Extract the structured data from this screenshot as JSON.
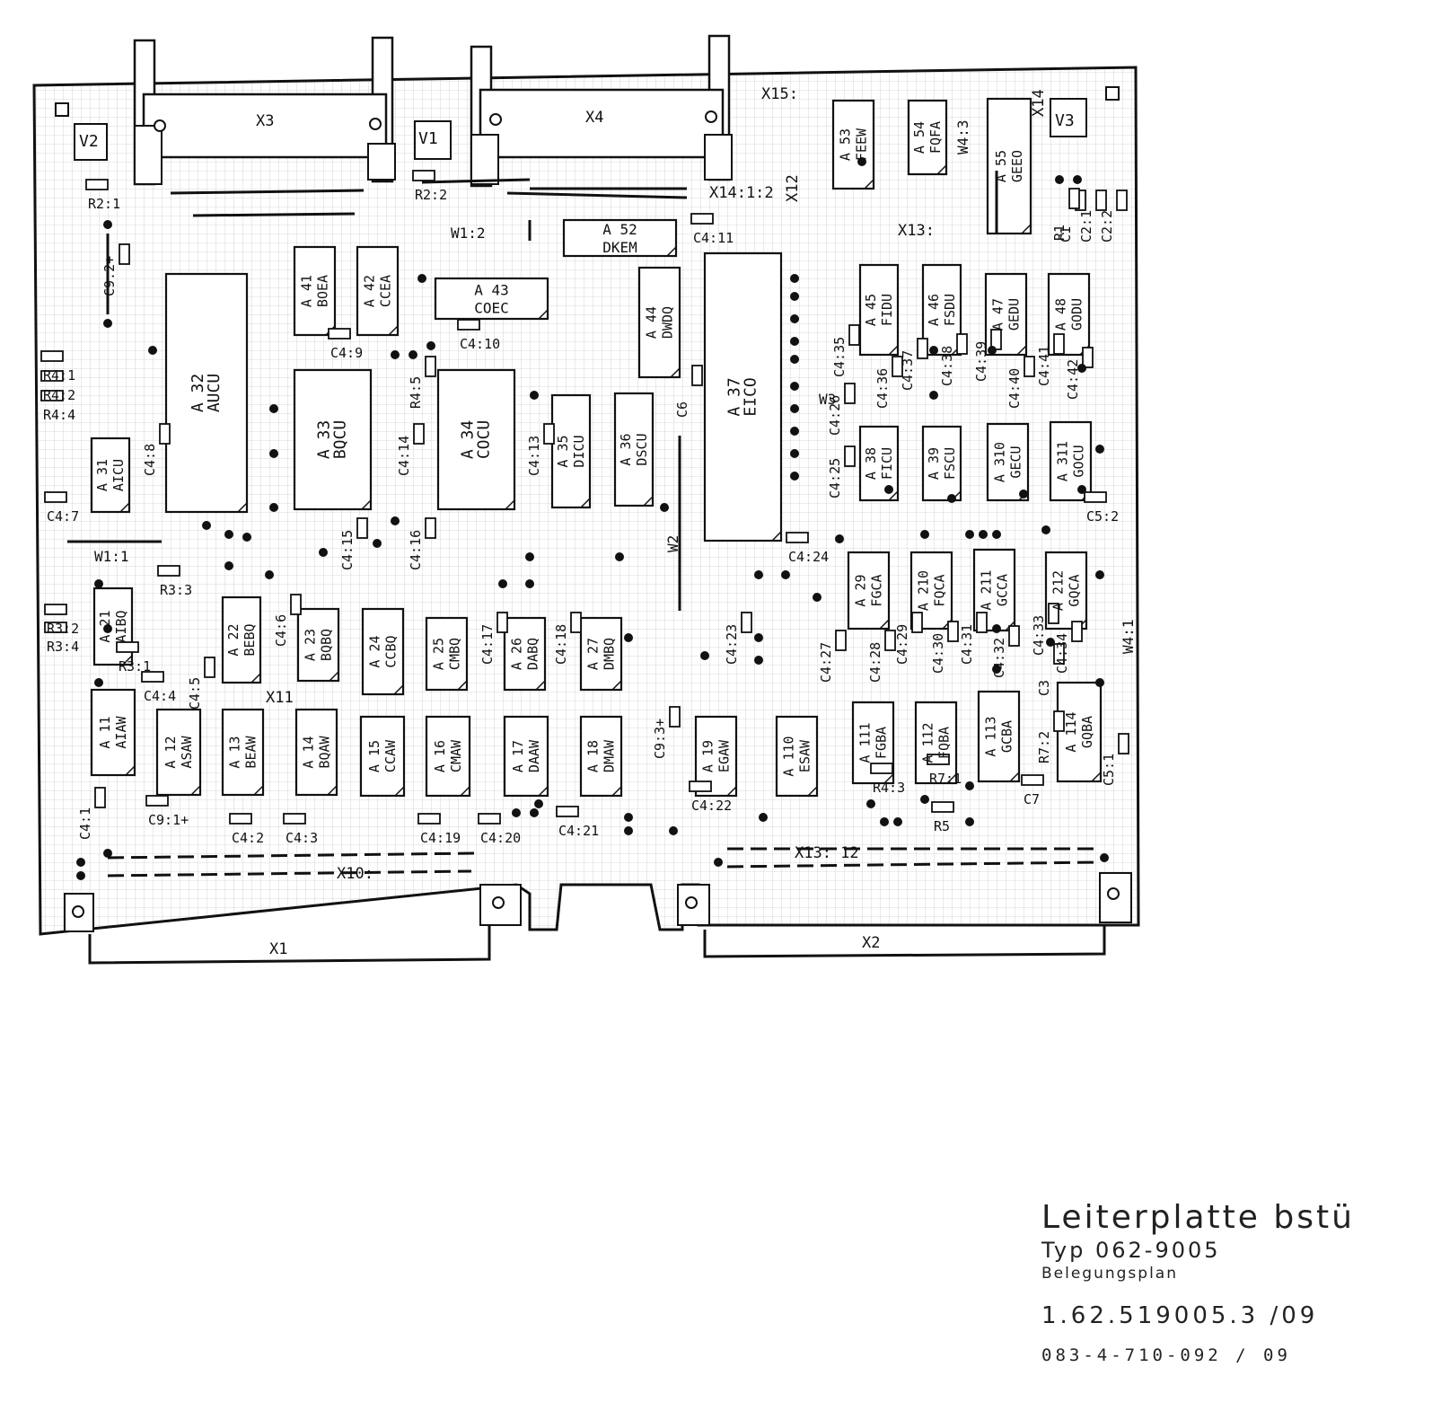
{
  "chips": [
    {
      "id": "A 11",
      "code": "AIAW"
    },
    {
      "id": "A 12",
      "code": "ASAW"
    },
    {
      "id": "A 13",
      "code": "BEAW"
    },
    {
      "id": "A 14",
      "code": "BQAW"
    },
    {
      "id": "A 15",
      "code": "CCAW"
    },
    {
      "id": "A 16",
      "code": "CMAW"
    },
    {
      "id": "A 17",
      "code": "DAAW"
    },
    {
      "id": "A 18",
      "code": "DMAW"
    },
    {
      "id": "A 19",
      "code": "EGAW"
    },
    {
      "id": "A 110",
      "code": "ESAW"
    },
    {
      "id": "A 111",
      "code": "FGBA"
    },
    {
      "id": "A 112",
      "code": "FQBA"
    },
    {
      "id": "A 113",
      "code": "GCBA"
    },
    {
      "id": "A 114",
      "code": "GQBA"
    },
    {
      "id": "A 21",
      "code": "AIBQ"
    },
    {
      "id": "A 22",
      "code": "BEBQ"
    },
    {
      "id": "A 23",
      "code": "BQBQ"
    },
    {
      "id": "A 24",
      "code": "CCBQ"
    },
    {
      "id": "A 25",
      "code": "CMBQ"
    },
    {
      "id": "A 26",
      "code": "DABQ"
    },
    {
      "id": "A 27",
      "code": "DMBQ"
    },
    {
      "id": "A 29",
      "code": "FGCA"
    },
    {
      "id": "A 210",
      "code": "FQCA"
    },
    {
      "id": "A 211",
      "code": "GCCA"
    },
    {
      "id": "A 212",
      "code": "GQCA"
    },
    {
      "id": "A 31",
      "code": "AICU"
    },
    {
      "id": "A 32",
      "code": "AUCU"
    },
    {
      "id": "A 33",
      "code": "BQCU"
    },
    {
      "id": "A 34",
      "code": "COCU"
    },
    {
      "id": "A 35",
      "code": "DICU"
    },
    {
      "id": "A 36",
      "code": "DSCU"
    },
    {
      "id": "A 37",
      "code": "EICO"
    },
    {
      "id": "A 38",
      "code": "FICU"
    },
    {
      "id": "A 39",
      "code": "FSCU"
    },
    {
      "id": "A 310",
      "code": "GECU"
    },
    {
      "id": "A 311",
      "code": "GOCU"
    },
    {
      "id": "A 41",
      "code": "BOEA"
    },
    {
      "id": "A 42",
      "code": "CCEA"
    },
    {
      "id": "A 43",
      "code": "COEC"
    },
    {
      "id": "A 44",
      "code": "DWDQ"
    },
    {
      "id": "A 45",
      "code": "FIDU"
    },
    {
      "id": "A 46",
      "code": "FSDU"
    },
    {
      "id": "A 47",
      "code": "GEDU"
    },
    {
      "id": "A 48",
      "code": "GODU"
    },
    {
      "id": "A 52",
      "code": "DKEM"
    },
    {
      "id": "A 53",
      "code": "FEEW"
    },
    {
      "id": "A 54",
      "code": "FQFA"
    },
    {
      "id": "A 55",
      "code": "GEEO"
    }
  ],
  "capacitors": [
    "C4:1",
    "C4:2",
    "C4:3",
    "C4:4",
    "C4:5",
    "C4:6",
    "C4:7",
    "C4:8",
    "C4:9",
    "C4:10",
    "C4:11",
    "C4:13",
    "C4:14",
    "C4:15",
    "C4:16",
    "C4:17",
    "C4:18",
    "C4:19",
    "C4:20",
    "C4:21",
    "C4:22",
    "C4:23",
    "C4:24",
    "C4:25",
    "C4:26",
    "C4:27",
    "C4:28",
    "C4:29",
    "C4:30",
    "C4:31",
    "C4:32",
    "C4:33",
    "C4:34",
    "C4:35",
    "C4:36",
    "C4:37",
    "C4:38",
    "C4:39",
    "C4:40",
    "C4:41",
    "C4:42",
    "C5:1",
    "C5:2",
    "C6",
    "C7",
    "C9:1+",
    "C9:2+",
    "C9:3+",
    "C1",
    "C2:1",
    "C2:2",
    "C3"
  ],
  "resistors": [
    "R2:1",
    "R2:2",
    "R3:1",
    "R3:2",
    "R3:3",
    "R3:4",
    "R4:1",
    "R4:2",
    "R4:3",
    "R4:4",
    "R4:5",
    "R5",
    "R7:1",
    "R7:2",
    "R1"
  ],
  "transistors": [
    "V1",
    "V2",
    "V3"
  ],
  "connectors": [
    "X1",
    "X2",
    "X3",
    "X4",
    "X10:",
    "X11",
    "X12",
    "X13:",
    "X13: 12",
    "X14",
    "X14:1:2",
    "X15:"
  ],
  "wires": [
    "W1:1",
    "W1:2",
    "W2",
    "W3",
    "W4:1",
    "W4:3"
  ],
  "title_block": {
    "title": "Leiterplatte bstü",
    "type": "Typ 062-9005",
    "subtitle": "Belegungsplan",
    "number1": "1.62.519005.3 /09",
    "number2": "083-4-710-092 / 09"
  }
}
